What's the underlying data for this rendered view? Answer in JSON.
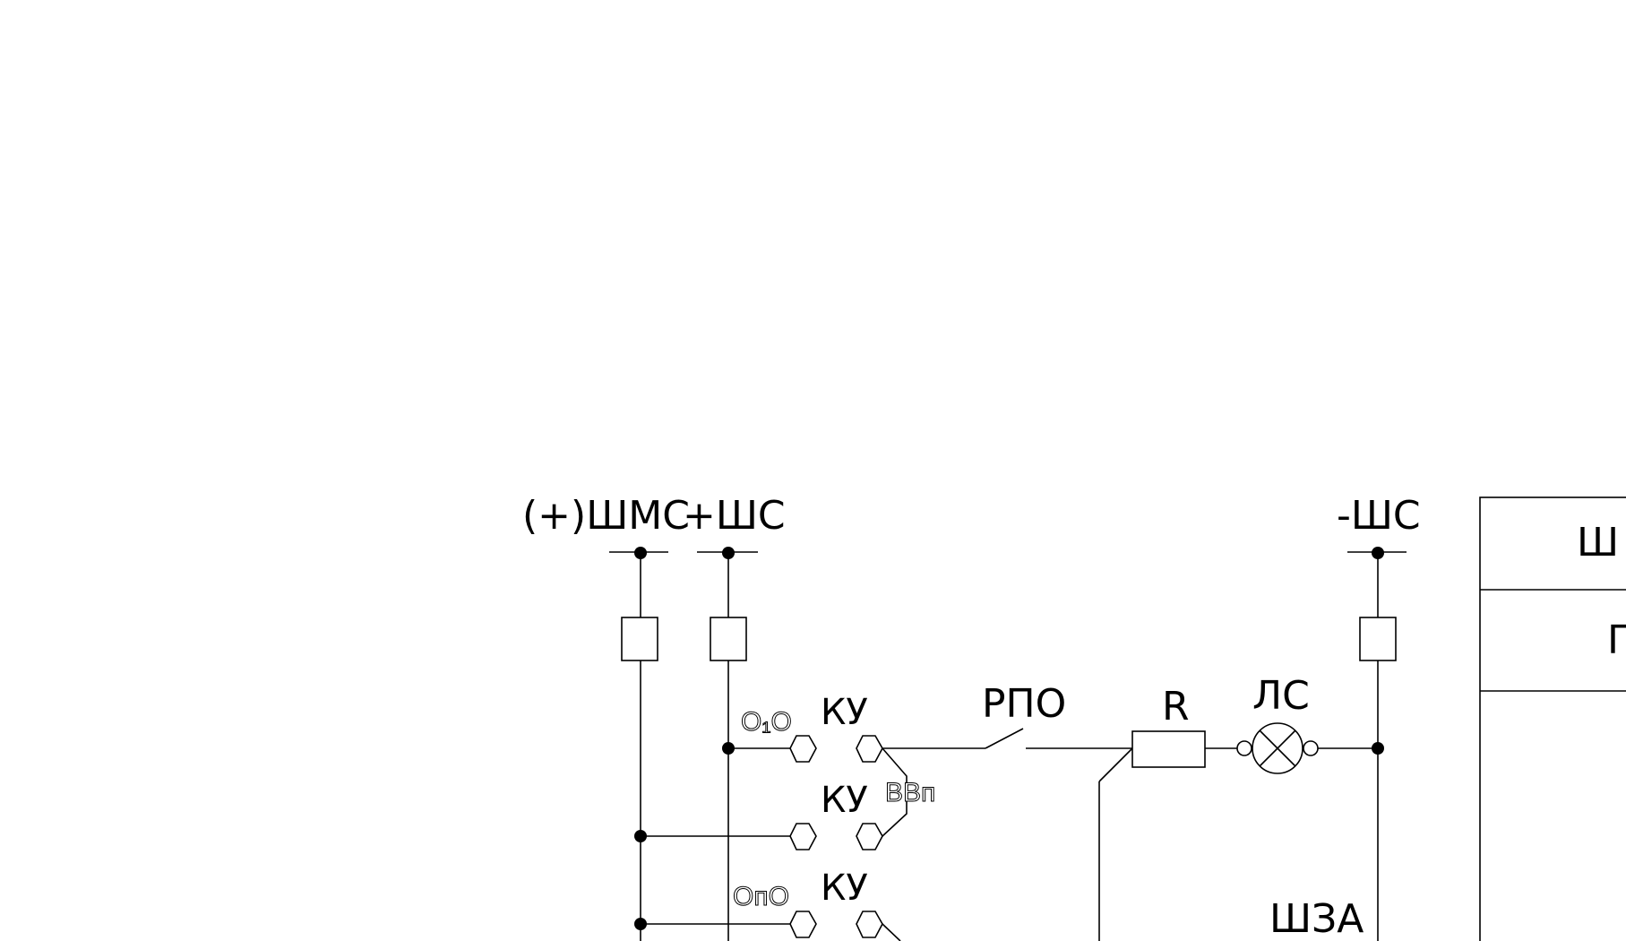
{
  "bus_labels": {
    "shms_plus": "(+)ШМС",
    "shs_plus": "+ШС",
    "shs_minus": "-ШС"
  },
  "switch_labels": {
    "ku_1": "КУ",
    "ku_2": "КУ",
    "ku_3": "КУ",
    "pos_o1o": "О₁О",
    "pos_vvp": "ВВп",
    "pos_opo": "ОпО"
  },
  "component_labels": {
    "rpo": "РПО",
    "resistor": "R",
    "lamp": "ЛС",
    "shza": "ШЗА"
  },
  "side_table": {
    "row1": "Ш",
    "row2": "Г"
  }
}
